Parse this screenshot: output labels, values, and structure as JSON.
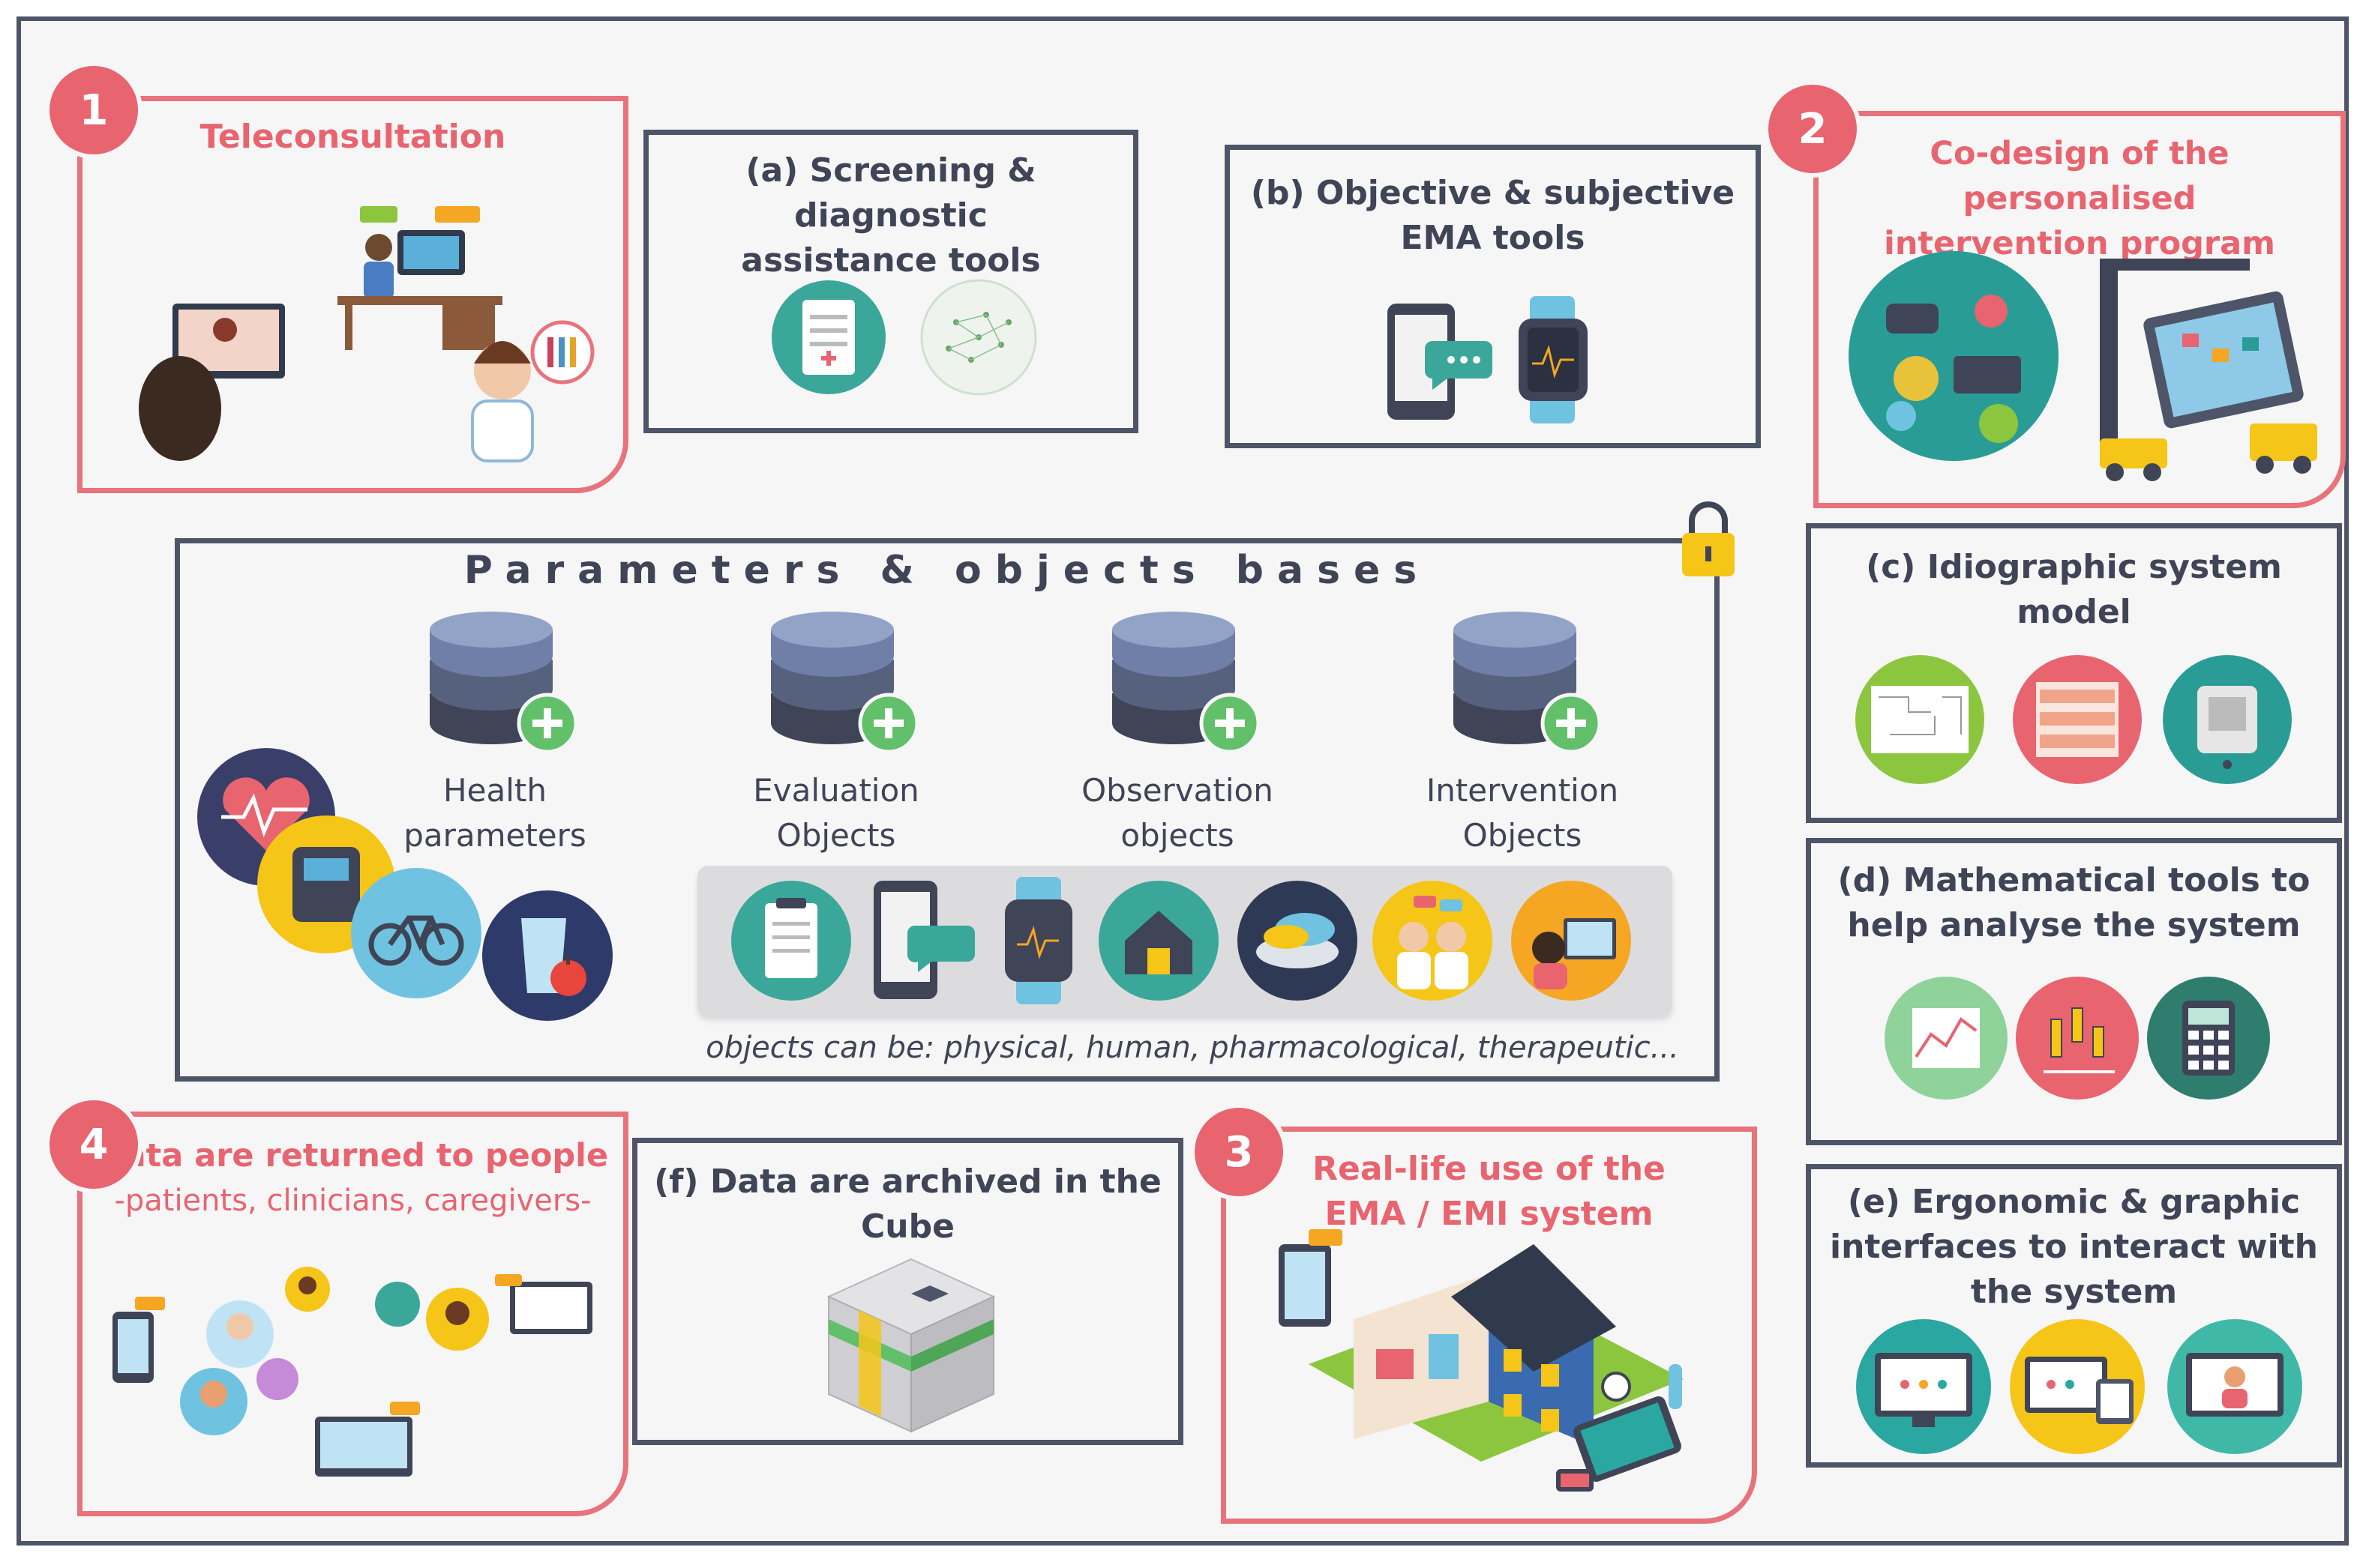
{
  "teleconsultation": {
    "badge": "1",
    "title": "Teleconsultation"
  },
  "screening": {
    "line1": "(a) Screening & diagnostic",
    "line2": "assistance tools"
  },
  "ema_tools": {
    "line1": "(b) Objective & subjective",
    "line2": "EMA tools"
  },
  "codesign": {
    "badge": "2",
    "line1": "Co-design of the personalised",
    "line2": "intervention program"
  },
  "idiographic": {
    "title": "(c) Idiographic system model"
  },
  "math_tools": {
    "line1": "(d) Mathematical tools to",
    "line2": "help analyse the system"
  },
  "ergonomic": {
    "line1": "(e) Ergonomic & graphic",
    "line2": "interfaces to interact with",
    "line3": "the system"
  },
  "bases": {
    "title": "Parameters & objects bases",
    "databases": [
      {
        "line1": "Health",
        "line2": "parameters"
      },
      {
        "line1": "Evaluation",
        "line2": "Objects"
      },
      {
        "line1": "Observation",
        "line2": "objects"
      },
      {
        "line1": "Intervention",
        "line2": "Objects"
      }
    ],
    "note": "objects can be: physical, human, pharmacological, therapeutic..."
  },
  "returned": {
    "badge": "4",
    "line1": "Data are returned to people",
    "line2": "-patients, clinicians, caregivers-"
  },
  "archived": {
    "line1": "(f) Data are archived in the",
    "line2": "Cube"
  },
  "reallife": {
    "badge": "3",
    "line1": "Real-life use of the",
    "line2": "EMA / EMI system"
  },
  "colors": {
    "gray_border": "#4e5568",
    "red_accent": "#e8646f",
    "db_blue": "#6f7fa8",
    "plus_green": "#62bf6a"
  },
  "icons": [
    "telemedicine-scene-icon",
    "checklist-icon",
    "network-icon",
    "phone-chat-icon",
    "smartwatch-icon",
    "group-meeting-icon",
    "construction-tablet-icon",
    "lock-icon",
    "database-icon",
    "heart-rate-icon",
    "weight-scale-icon",
    "bicycle-icon",
    "water-glass-icon",
    "house-icon",
    "pills-icon",
    "doctors-icon",
    "video-call-icon",
    "system-map-icon",
    "chart-panel-icon",
    "device-icon",
    "graph-icon",
    "candlestick-icon",
    "calculator-icon",
    "monitor-icon",
    "multi-device-icon",
    "people-network-icon",
    "cube-icon",
    "smart-house-icon"
  ]
}
